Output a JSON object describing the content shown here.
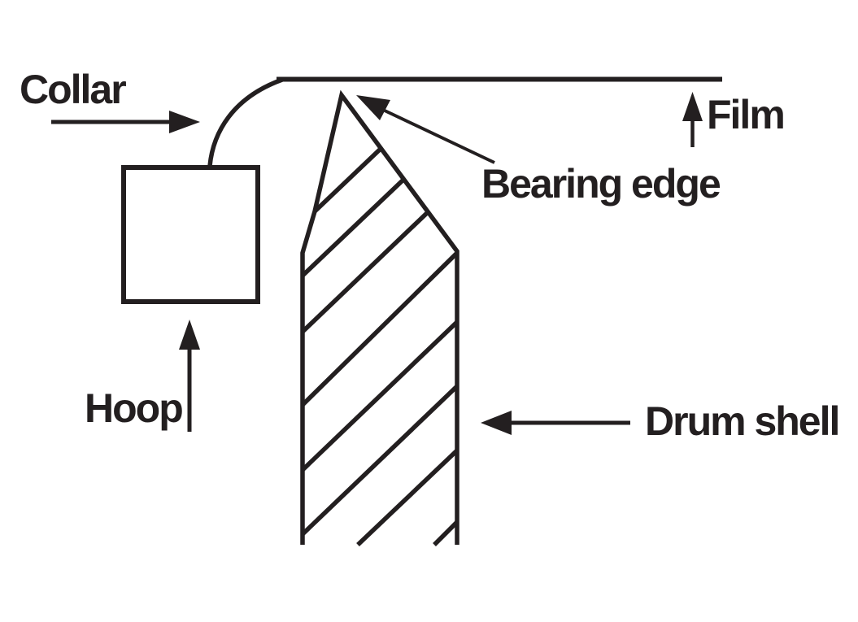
{
  "labels": {
    "collar": "Collar",
    "film": "Film",
    "bearing_edge": "Bearing edge",
    "hoop": "Hoop",
    "drum_shell": "Drum shell"
  },
  "colors": {
    "line": "#231f20",
    "background": "#ffffff"
  }
}
